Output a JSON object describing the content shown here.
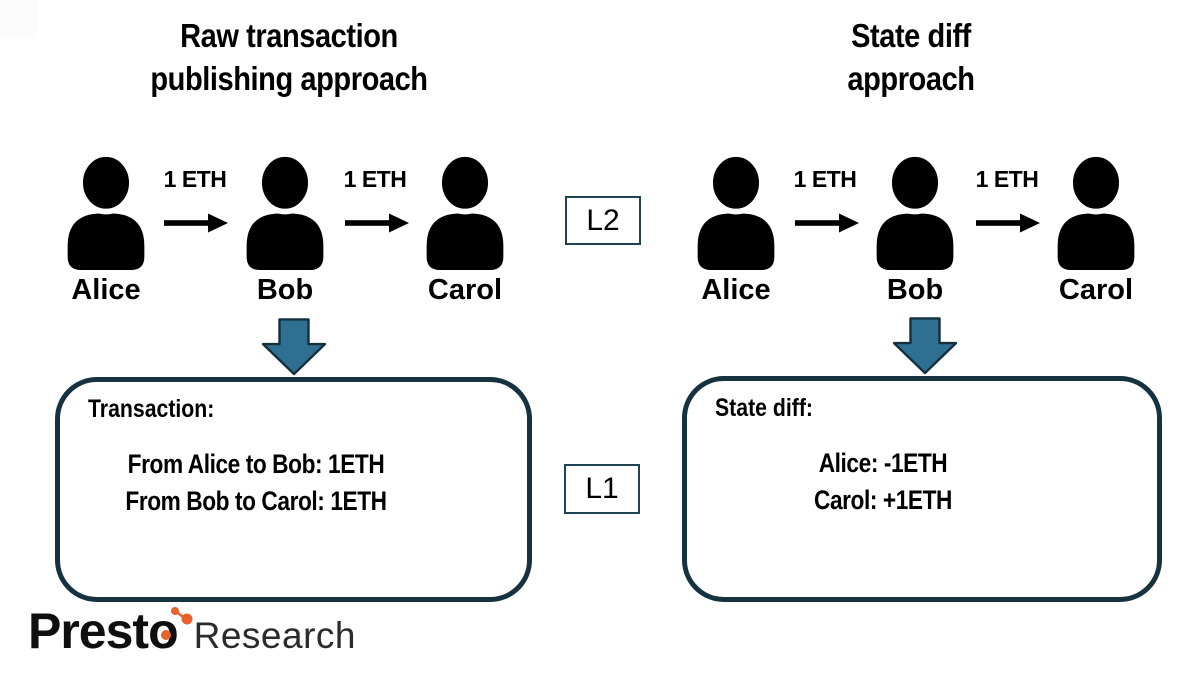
{
  "titles": {
    "left_line1": "Raw transaction",
    "left_line2": "publishing approach",
    "right_line1": "State diff",
    "right_line2": "approach"
  },
  "actors": {
    "left": [
      "Alice",
      "Bob",
      "Carol"
    ],
    "right": [
      "Alice",
      "Bob",
      "Carol"
    ]
  },
  "transfers": {
    "left": [
      "1 ETH",
      "1 ETH"
    ],
    "right": [
      "1 ETH",
      "1 ETH"
    ]
  },
  "layers": {
    "l2": "L2",
    "l1": "L1"
  },
  "boxes": {
    "transaction": {
      "heading": "Transaction:",
      "lines": [
        "From Alice to Bob: 1ETH",
        "From Bob to Carol: 1ETH"
      ]
    },
    "state_diff": {
      "heading": "State diff:",
      "lines": [
        "Alice: -1ETH",
        "Carol: +1ETH"
      ]
    }
  },
  "logo": {
    "brand": "Presto",
    "suffix": "Research"
  },
  "colors": {
    "flow_arrow_fill": "#2E6F92",
    "flow_arrow_stroke": "#14303E",
    "box_border": "#16323F",
    "layer_box_border": "#1F4254",
    "logo_orange": "#E8632C",
    "text": "#000000"
  }
}
